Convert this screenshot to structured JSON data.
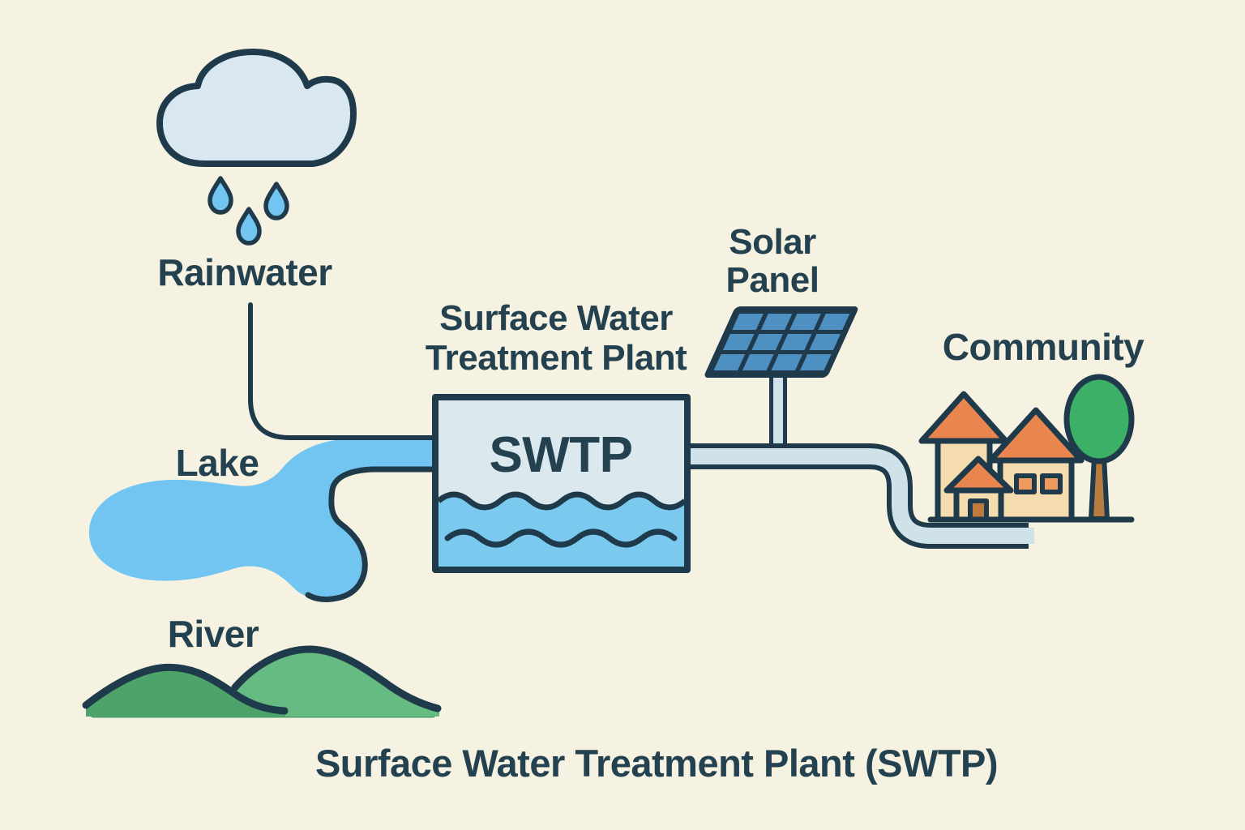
{
  "labels": {
    "rainwater": "Rainwater",
    "lake": "Lake",
    "river": "River",
    "plant_line1": "Surface Water",
    "plant_line2": "Treatment Plant",
    "plant_abbr": "SWTP",
    "solar_line1": "Solar",
    "solar_line2": "Panel",
    "community": "Community",
    "caption": "Surface Water Treatment Plant (SWTP)"
  },
  "colors": {
    "background": "#f6f2e2",
    "outline": "#1f3a4a",
    "text": "#24414f",
    "cloud": "#d9e8f0",
    "water_blue": "#72c5f0",
    "tank_water": "#7cc9ef",
    "tank_body": "#dbe8ee",
    "pipe": "#cfe2ea",
    "panel_cell": "#4e90c1",
    "panel_frame": "#203a4b",
    "roof": "#e9854f",
    "house_body": "#f5dcae",
    "window": "#f09a5e",
    "door": "#bf7a3d",
    "tree_crown": "#3cb067",
    "tree_trunk": "#b87b40",
    "hill_dark": "#4ea36b",
    "hill_light": "#65bb81",
    "hill_shadow": "#4a9e66"
  }
}
